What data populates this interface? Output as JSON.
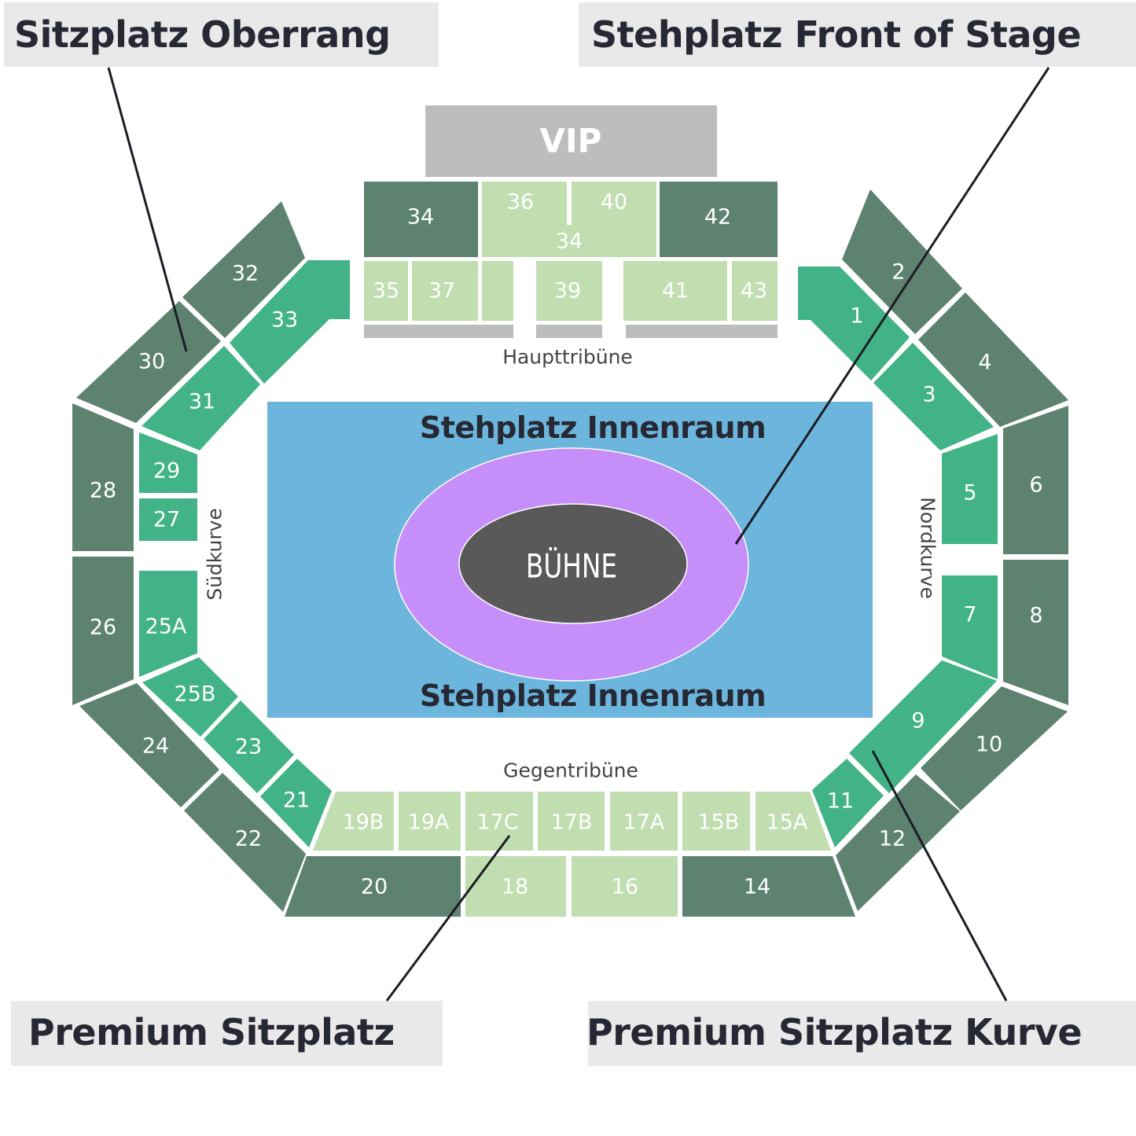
{
  "legend": {
    "oberrang": "Sitzplatz Oberrang",
    "front_of_stage": "Stehplatz Front of Stage",
    "premium": "Premium Sitzplatz",
    "premium_kurve": "Premium Sitzplatz Kurve"
  },
  "areas": {
    "vip": "VIP",
    "haupttribuene": "Haupttribüne",
    "gegentribuene": "Gegentribüne",
    "suedkurve": "Südkurve",
    "nordkurve": "Nordkurve",
    "innenraum_top": "Stehplatz Innenraum",
    "innenraum_bottom": "Stehplatz Innenraum",
    "stage": "BÜHNE"
  },
  "colors": {
    "oberrang": "#5e8270",
    "premium_kurve": "#42b287",
    "premium": "#c1deb0",
    "vip": "#bdbdbd",
    "innenraum": "#6cb5dc",
    "front_of_stage": "#c58ef8",
    "stage": "#595959",
    "legend_bg": "#e9e9e9"
  },
  "sections": {
    "s1": "1",
    "s2": "2",
    "s3": "3",
    "s4": "4",
    "s5": "5",
    "s6": "6",
    "s7": "7",
    "s8": "8",
    "s9": "9",
    "s10": "10",
    "s11": "11",
    "s12": "12",
    "s14": "14",
    "s15a": "15A",
    "s15b": "15B",
    "s16": "16",
    "s17a": "17A",
    "s17b": "17B",
    "s17c": "17C",
    "s18": "18",
    "s19a": "19A",
    "s19b": "19B",
    "s20": "20",
    "s21": "21",
    "s22": "22",
    "s23": "23",
    "s24": "24",
    "s25a": "25A",
    "s25b": "25B",
    "s26": "26",
    "s27": "27",
    "s28": "28",
    "s29": "29",
    "s30": "30",
    "s31": "31",
    "s32": "32",
    "s33": "33",
    "s34a": "34",
    "s34b": "34",
    "s35": "35",
    "s36": "36",
    "s37": "37",
    "s39": "39",
    "s40": "40",
    "s41": "41",
    "s42": "42",
    "s43": "43"
  }
}
